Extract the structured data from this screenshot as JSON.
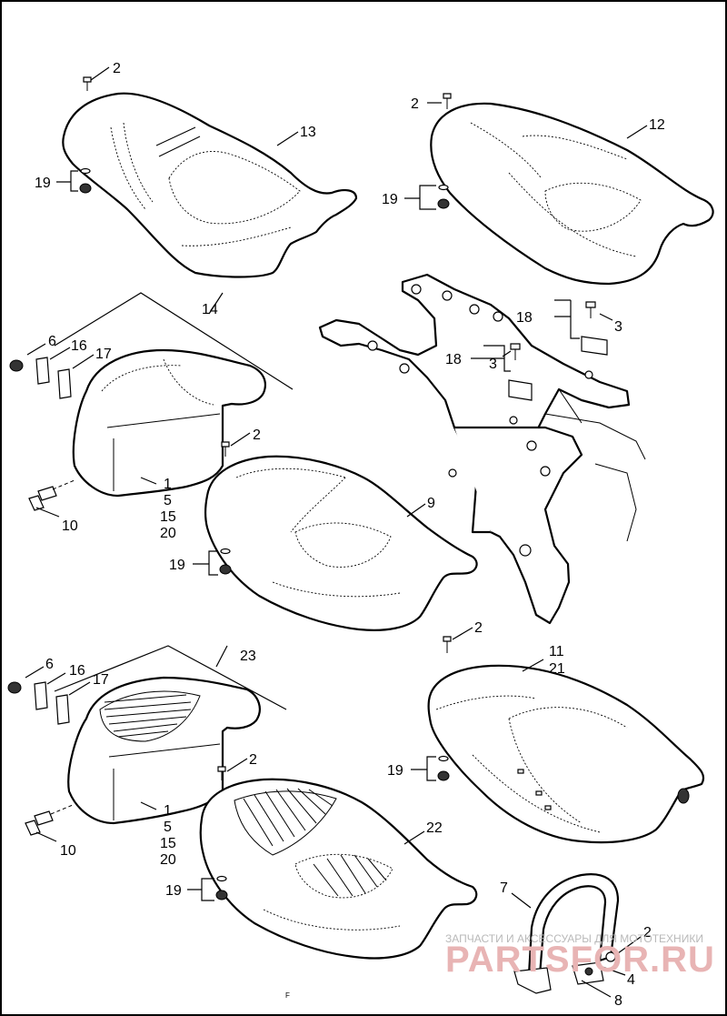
{
  "callouts": {
    "c2a": "2",
    "c13": "13",
    "c19a": "19",
    "c2b": "2",
    "c12": "12",
    "c19b": "19",
    "c14": "14",
    "c6a": "6",
    "c16a": "16",
    "c17a": "17",
    "c10a": "10",
    "c1a": "1",
    "c5a": "5",
    "c15a": "15",
    "c20a": "20",
    "c2c": "2",
    "c9": "9",
    "c19c": "19",
    "c18a": "18",
    "c3a": "3",
    "c18b": "18",
    "c3b": "3",
    "c23": "23",
    "c6b": "6",
    "c16b": "16",
    "c17b": "17",
    "c10b": "10",
    "c1b": "1",
    "c5b": "5",
    "c15b": "15",
    "c20b": "20",
    "c2d": "2",
    "c22": "22",
    "c19d": "19",
    "c2e": "2",
    "c11": "11",
    "c21": "21",
    "c19e": "19",
    "c7": "7",
    "c2f": "2",
    "c4": "4",
    "c8": "8"
  },
  "watermark": {
    "line1": "ЗАПЧАСТИ И АКСЕССУАРЫ ДЛЯ МОТОТЕХНИКИ",
    "line2": "PARTSFOR.RU"
  },
  "footer_mark": "F"
}
